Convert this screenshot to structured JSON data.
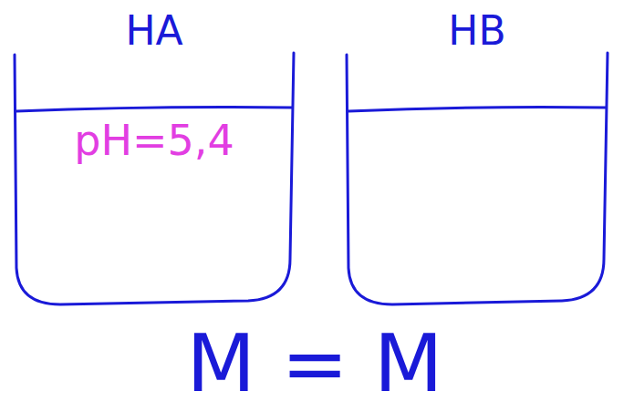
{
  "diagram": {
    "nodes": [
      {
        "text": [
          "HA",
          "pH=5,4"
        ]
      },
      {
        "text": [
          "HB"
        ]
      }
    ],
    "labels": [
      "M = M"
    ]
  }
}
